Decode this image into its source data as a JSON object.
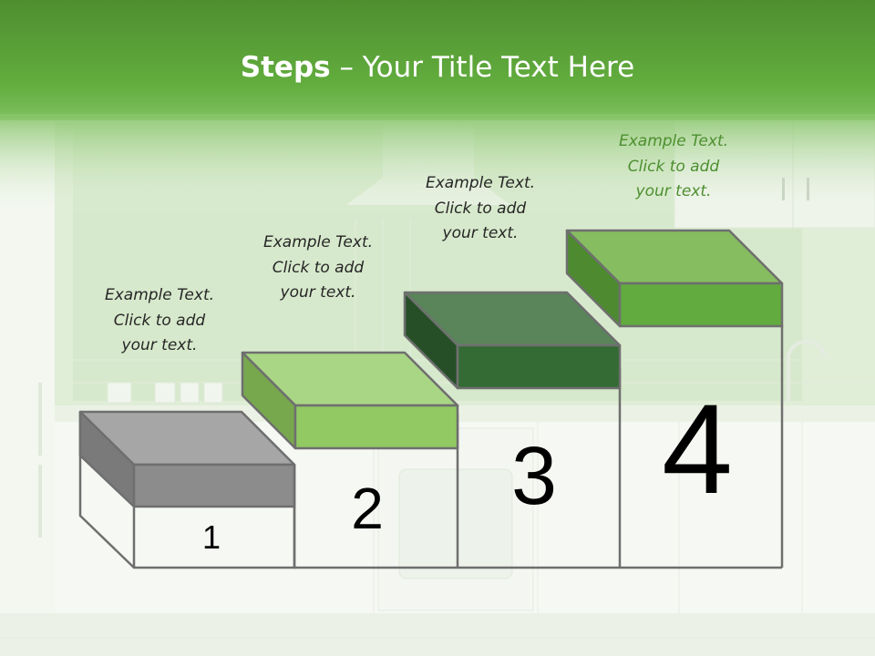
{
  "slide": {
    "title_bold": "Steps",
    "title_rest": " – Your Title Text Here"
  },
  "steps": [
    {
      "number": "1",
      "caption": [
        "Example Text.",
        "Click  to add",
        "your text."
      ]
    },
    {
      "number": "2",
      "caption": [
        "Example Text.",
        "Click  to add",
        "your text."
      ]
    },
    {
      "number": "3",
      "caption": [
        "Example Text.",
        "Click  to add",
        "your text."
      ]
    },
    {
      "number": "4",
      "caption": [
        "Example Text.",
        "Click  to add",
        "your text."
      ]
    }
  ],
  "colors": {
    "header_green": "#5aa83a",
    "step1_top": "#a6a6a6",
    "step1_front": "#8c8c8c",
    "step1_side": "#7a7a7a",
    "step2_top": "#a9d684",
    "step2_front": "#92c963",
    "step2_side": "#78a84e",
    "step3_top": "#5a8459",
    "step3_front": "#346b35",
    "step3_side": "#264f27",
    "step4_top": "#85bd60",
    "step4_front": "#62ab3e",
    "step4_side": "#4e8a30",
    "step4_caption": "#4d8f2f"
  }
}
